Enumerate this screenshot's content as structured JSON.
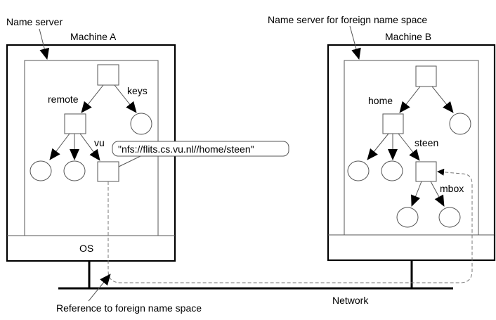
{
  "labels": {
    "name_server": "Name server",
    "name_server_foreign": "Name server for foreign name space",
    "machine_a": "Machine A",
    "machine_b": "Machine B",
    "os": "OS",
    "network": "Network",
    "reference": "Reference to foreign name space"
  },
  "tree_a": {
    "edges": {
      "remote": "remote",
      "keys": "keys",
      "vu": "vu"
    },
    "mount_reference": "\"nfs://flits.cs.vu.nl//home/steen\""
  },
  "tree_b": {
    "edges": {
      "home": "home",
      "steen": "steen",
      "mbox": "mbox"
    }
  },
  "colors": {
    "line": "#555555",
    "frame": "#000000",
    "dashed": "#777777"
  }
}
